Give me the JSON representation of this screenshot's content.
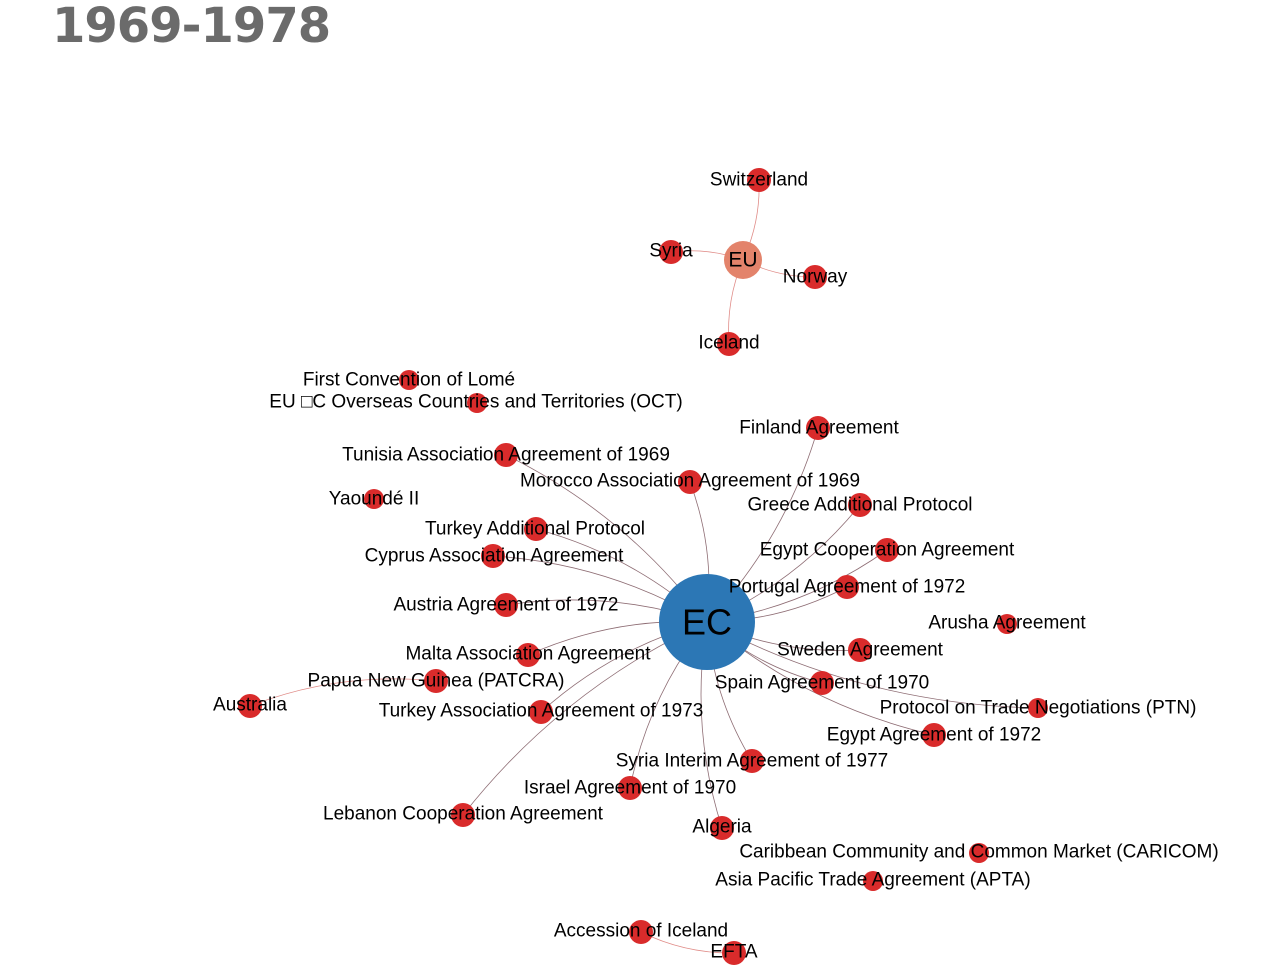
{
  "title": "1969-1978",
  "colors": {
    "hub_ec": "#2c77b5",
    "hub_eu": "#e3836b",
    "node": "#d92b2b",
    "edge_ec": "#8e6d74",
    "edge_eu": "#e08c88"
  },
  "nodes": [
    {
      "id": "ec",
      "label": "EC",
      "kind": "hub-ec"
    },
    {
      "id": "eu",
      "label": "EU",
      "kind": "hub-eu"
    },
    {
      "id": "switzerland",
      "label": "Switzerland",
      "kind": "node"
    },
    {
      "id": "syria",
      "label": "Syria",
      "kind": "node"
    },
    {
      "id": "norway",
      "label": "Norway",
      "kind": "node"
    },
    {
      "id": "iceland",
      "label": "Iceland",
      "kind": "node"
    },
    {
      "id": "lome",
      "label": "First Convention of Lomé",
      "kind": "node"
    },
    {
      "id": "oct",
      "label": "EU □C Overseas Countries and Territories (OCT)",
      "kind": "node"
    },
    {
      "id": "finland",
      "label": "Finland Agreement",
      "kind": "node"
    },
    {
      "id": "tunisia",
      "label": "Tunisia Association Agreement of 1969",
      "kind": "node"
    },
    {
      "id": "morocco",
      "label": "Morocco Association Agreement of 1969",
      "kind": "node"
    },
    {
      "id": "yaounde",
      "label": "Yaoundé II",
      "kind": "node"
    },
    {
      "id": "greece",
      "label": "Greece Additional Protocol",
      "kind": "node"
    },
    {
      "id": "turkey-ap",
      "label": "Turkey Additional Protocol",
      "kind": "node"
    },
    {
      "id": "cyprus",
      "label": "Cyprus Association Agreement",
      "kind": "node"
    },
    {
      "id": "egypt-coop",
      "label": "Egypt Cooperation Agreement",
      "kind": "node"
    },
    {
      "id": "portugal",
      "label": "Portugal Agreement of 1972",
      "kind": "node"
    },
    {
      "id": "austria",
      "label": "Austria Agreement of 1972",
      "kind": "node"
    },
    {
      "id": "arusha",
      "label": "Arusha  Agreement",
      "kind": "node"
    },
    {
      "id": "sweden",
      "label": "Sweden Agreement",
      "kind": "node"
    },
    {
      "id": "malta",
      "label": "Malta Association Agreement",
      "kind": "node"
    },
    {
      "id": "patcra",
      "label": "Papua New Guinea (PATCRA)",
      "kind": "node"
    },
    {
      "id": "spain",
      "label": "Spain Agreement of 1970",
      "kind": "node"
    },
    {
      "id": "australia",
      "label": "Australia",
      "kind": "node"
    },
    {
      "id": "ptn",
      "label": "Protocol on Trade Negotiations (PTN)",
      "kind": "node"
    },
    {
      "id": "turkey-aa",
      "label": "Turkey Association Agreement of 1973",
      "kind": "node"
    },
    {
      "id": "egypt-1972",
      "label": "Egypt Agreement of 1972",
      "kind": "node"
    },
    {
      "id": "syria-interim",
      "label": "Syria Interim Agreement of 1977",
      "kind": "node"
    },
    {
      "id": "israel",
      "label": "Israel Agreement of 1970",
      "kind": "node"
    },
    {
      "id": "lebanon",
      "label": "Lebanon Cooperation Agreement",
      "kind": "node"
    },
    {
      "id": "algeria",
      "label": "Algeria",
      "kind": "node"
    },
    {
      "id": "caricom",
      "label": "Caribbean Community and Common Market (CARICOM)",
      "kind": "node"
    },
    {
      "id": "apta",
      "label": "Asia Pacific Trade Agreement (APTA)",
      "kind": "node"
    },
    {
      "id": "accession-iceland",
      "label": "Accession of Iceland",
      "kind": "node"
    },
    {
      "id": "efta",
      "label": "EFTA",
      "kind": "node"
    }
  ],
  "edges": [
    [
      "eu",
      "switzerland"
    ],
    [
      "eu",
      "syria"
    ],
    [
      "eu",
      "norway"
    ],
    [
      "eu",
      "iceland"
    ],
    [
      "ec",
      "finland"
    ],
    [
      "ec",
      "tunisia"
    ],
    [
      "ec",
      "morocco"
    ],
    [
      "ec",
      "greece"
    ],
    [
      "ec",
      "turkey-ap"
    ],
    [
      "ec",
      "cyprus"
    ],
    [
      "ec",
      "egypt-coop"
    ],
    [
      "ec",
      "portugal"
    ],
    [
      "ec",
      "austria"
    ],
    [
      "ec",
      "sweden"
    ],
    [
      "ec",
      "malta"
    ],
    [
      "ec",
      "spain"
    ],
    [
      "ec",
      "ptn"
    ],
    [
      "ec",
      "turkey-aa"
    ],
    [
      "ec",
      "egypt-1972"
    ],
    [
      "ec",
      "syria-interim"
    ],
    [
      "ec",
      "israel"
    ],
    [
      "ec",
      "lebanon"
    ],
    [
      "ec",
      "algeria"
    ],
    [
      "patcra",
      "australia"
    ],
    [
      "accession-iceland",
      "efta"
    ]
  ]
}
